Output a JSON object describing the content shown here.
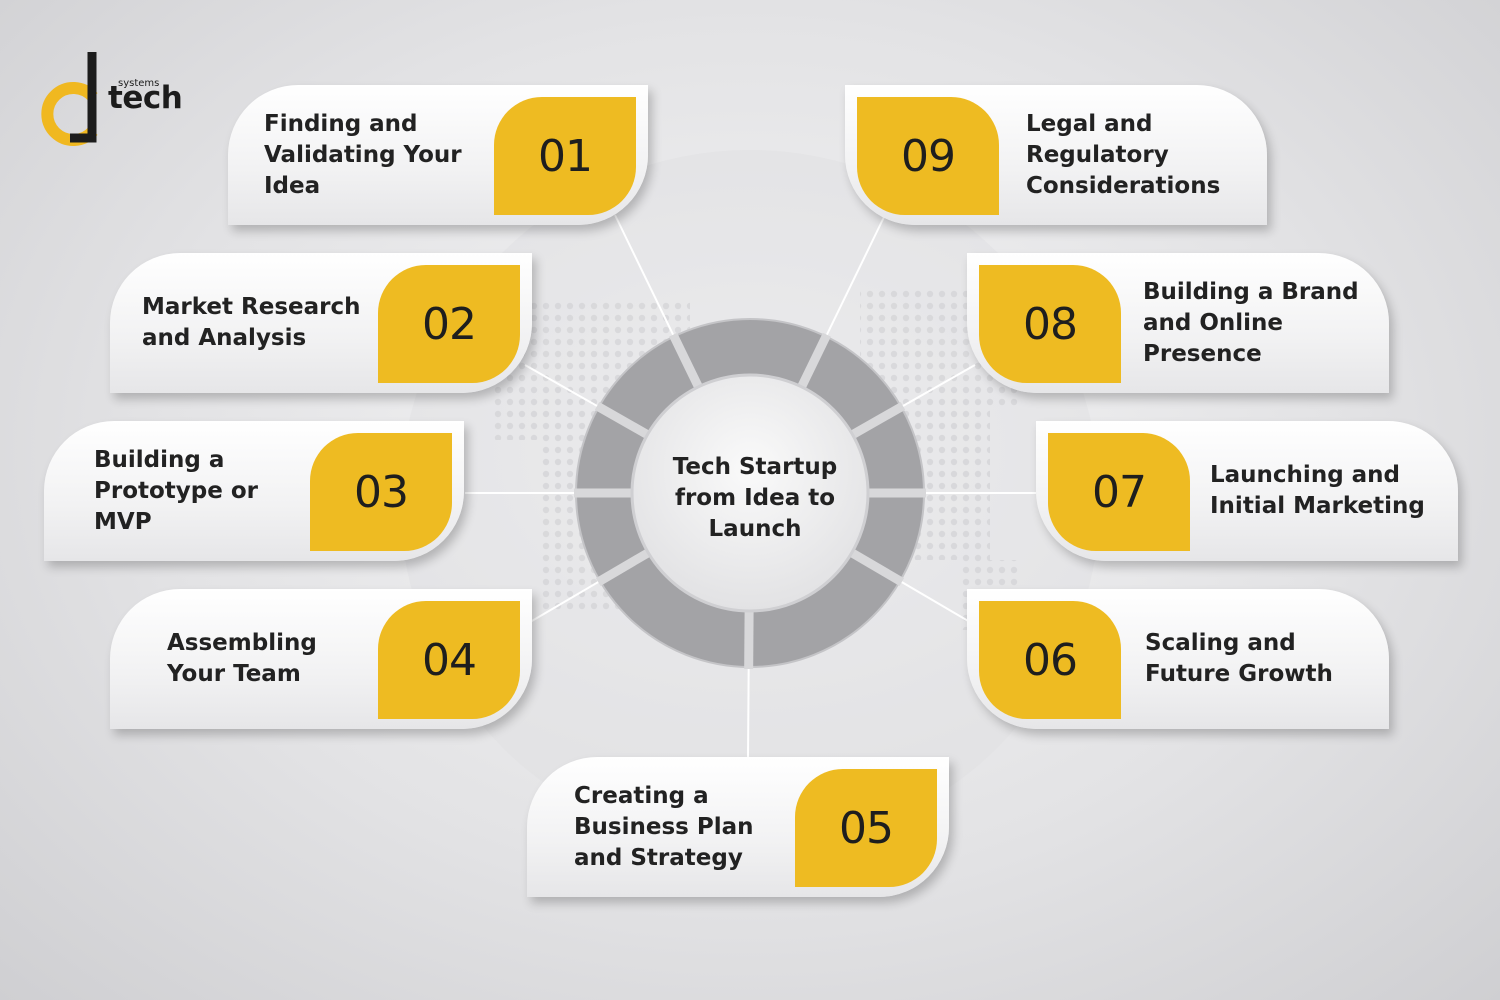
{
  "logo": {
    "brand": "tech",
    "sub": "systems"
  },
  "center": {
    "title": [
      "Tech Startup",
      "from Idea to",
      "Launch"
    ]
  },
  "colors": {
    "accent": "#eebb22",
    "ring": "#a3a3a6",
    "text": "#222222"
  },
  "steps": [
    {
      "number": "01",
      "lines": [
        "Finding and",
        "Validating Your",
        "Idea"
      ]
    },
    {
      "number": "02",
      "lines": [
        "Market Research",
        "and Analysis"
      ]
    },
    {
      "number": "03",
      "lines": [
        "Building a",
        "Prototype or",
        "MVP"
      ]
    },
    {
      "number": "04",
      "lines": [
        "Assembling",
        "Your Team"
      ]
    },
    {
      "number": "05",
      "lines": [
        "Creating a",
        "Business Plan",
        "and Strategy"
      ]
    },
    {
      "number": "06",
      "lines": [
        "Scaling and",
        "Future Growth"
      ]
    },
    {
      "number": "07",
      "lines": [
        "Launching and",
        "Initial Marketing"
      ]
    },
    {
      "number": "08",
      "lines": [
        "Building a Brand",
        "and Online",
        "Presence"
      ]
    },
    {
      "number": "09",
      "lines": [
        "Legal and",
        "Regulatory",
        "Considerations"
      ]
    }
  ]
}
